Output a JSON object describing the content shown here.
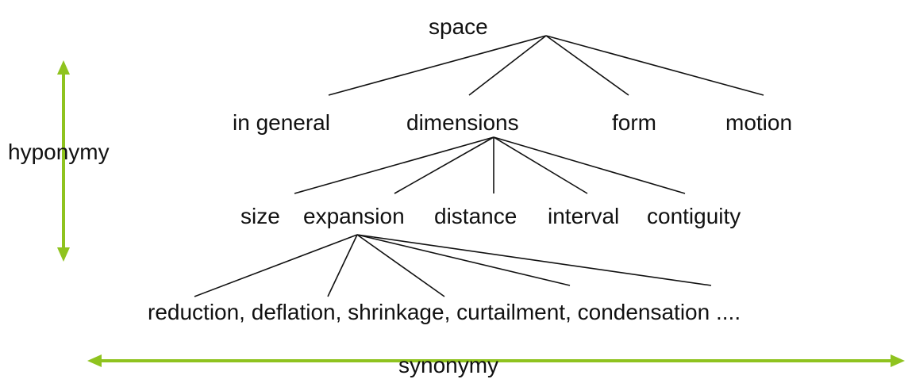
{
  "tree": {
    "root": "space",
    "level1": [
      "in general",
      "dimensions",
      "form",
      "motion"
    ],
    "level2": [
      "size",
      "expansion",
      "distance",
      "interval",
      "contiguity"
    ],
    "level3": "reduction, deflation, shrinkage, curtailment, condensation ...."
  },
  "axes": {
    "vertical_label": "hyponymy",
    "horizontal_label": "synonymy",
    "color": "#8fc31f"
  }
}
